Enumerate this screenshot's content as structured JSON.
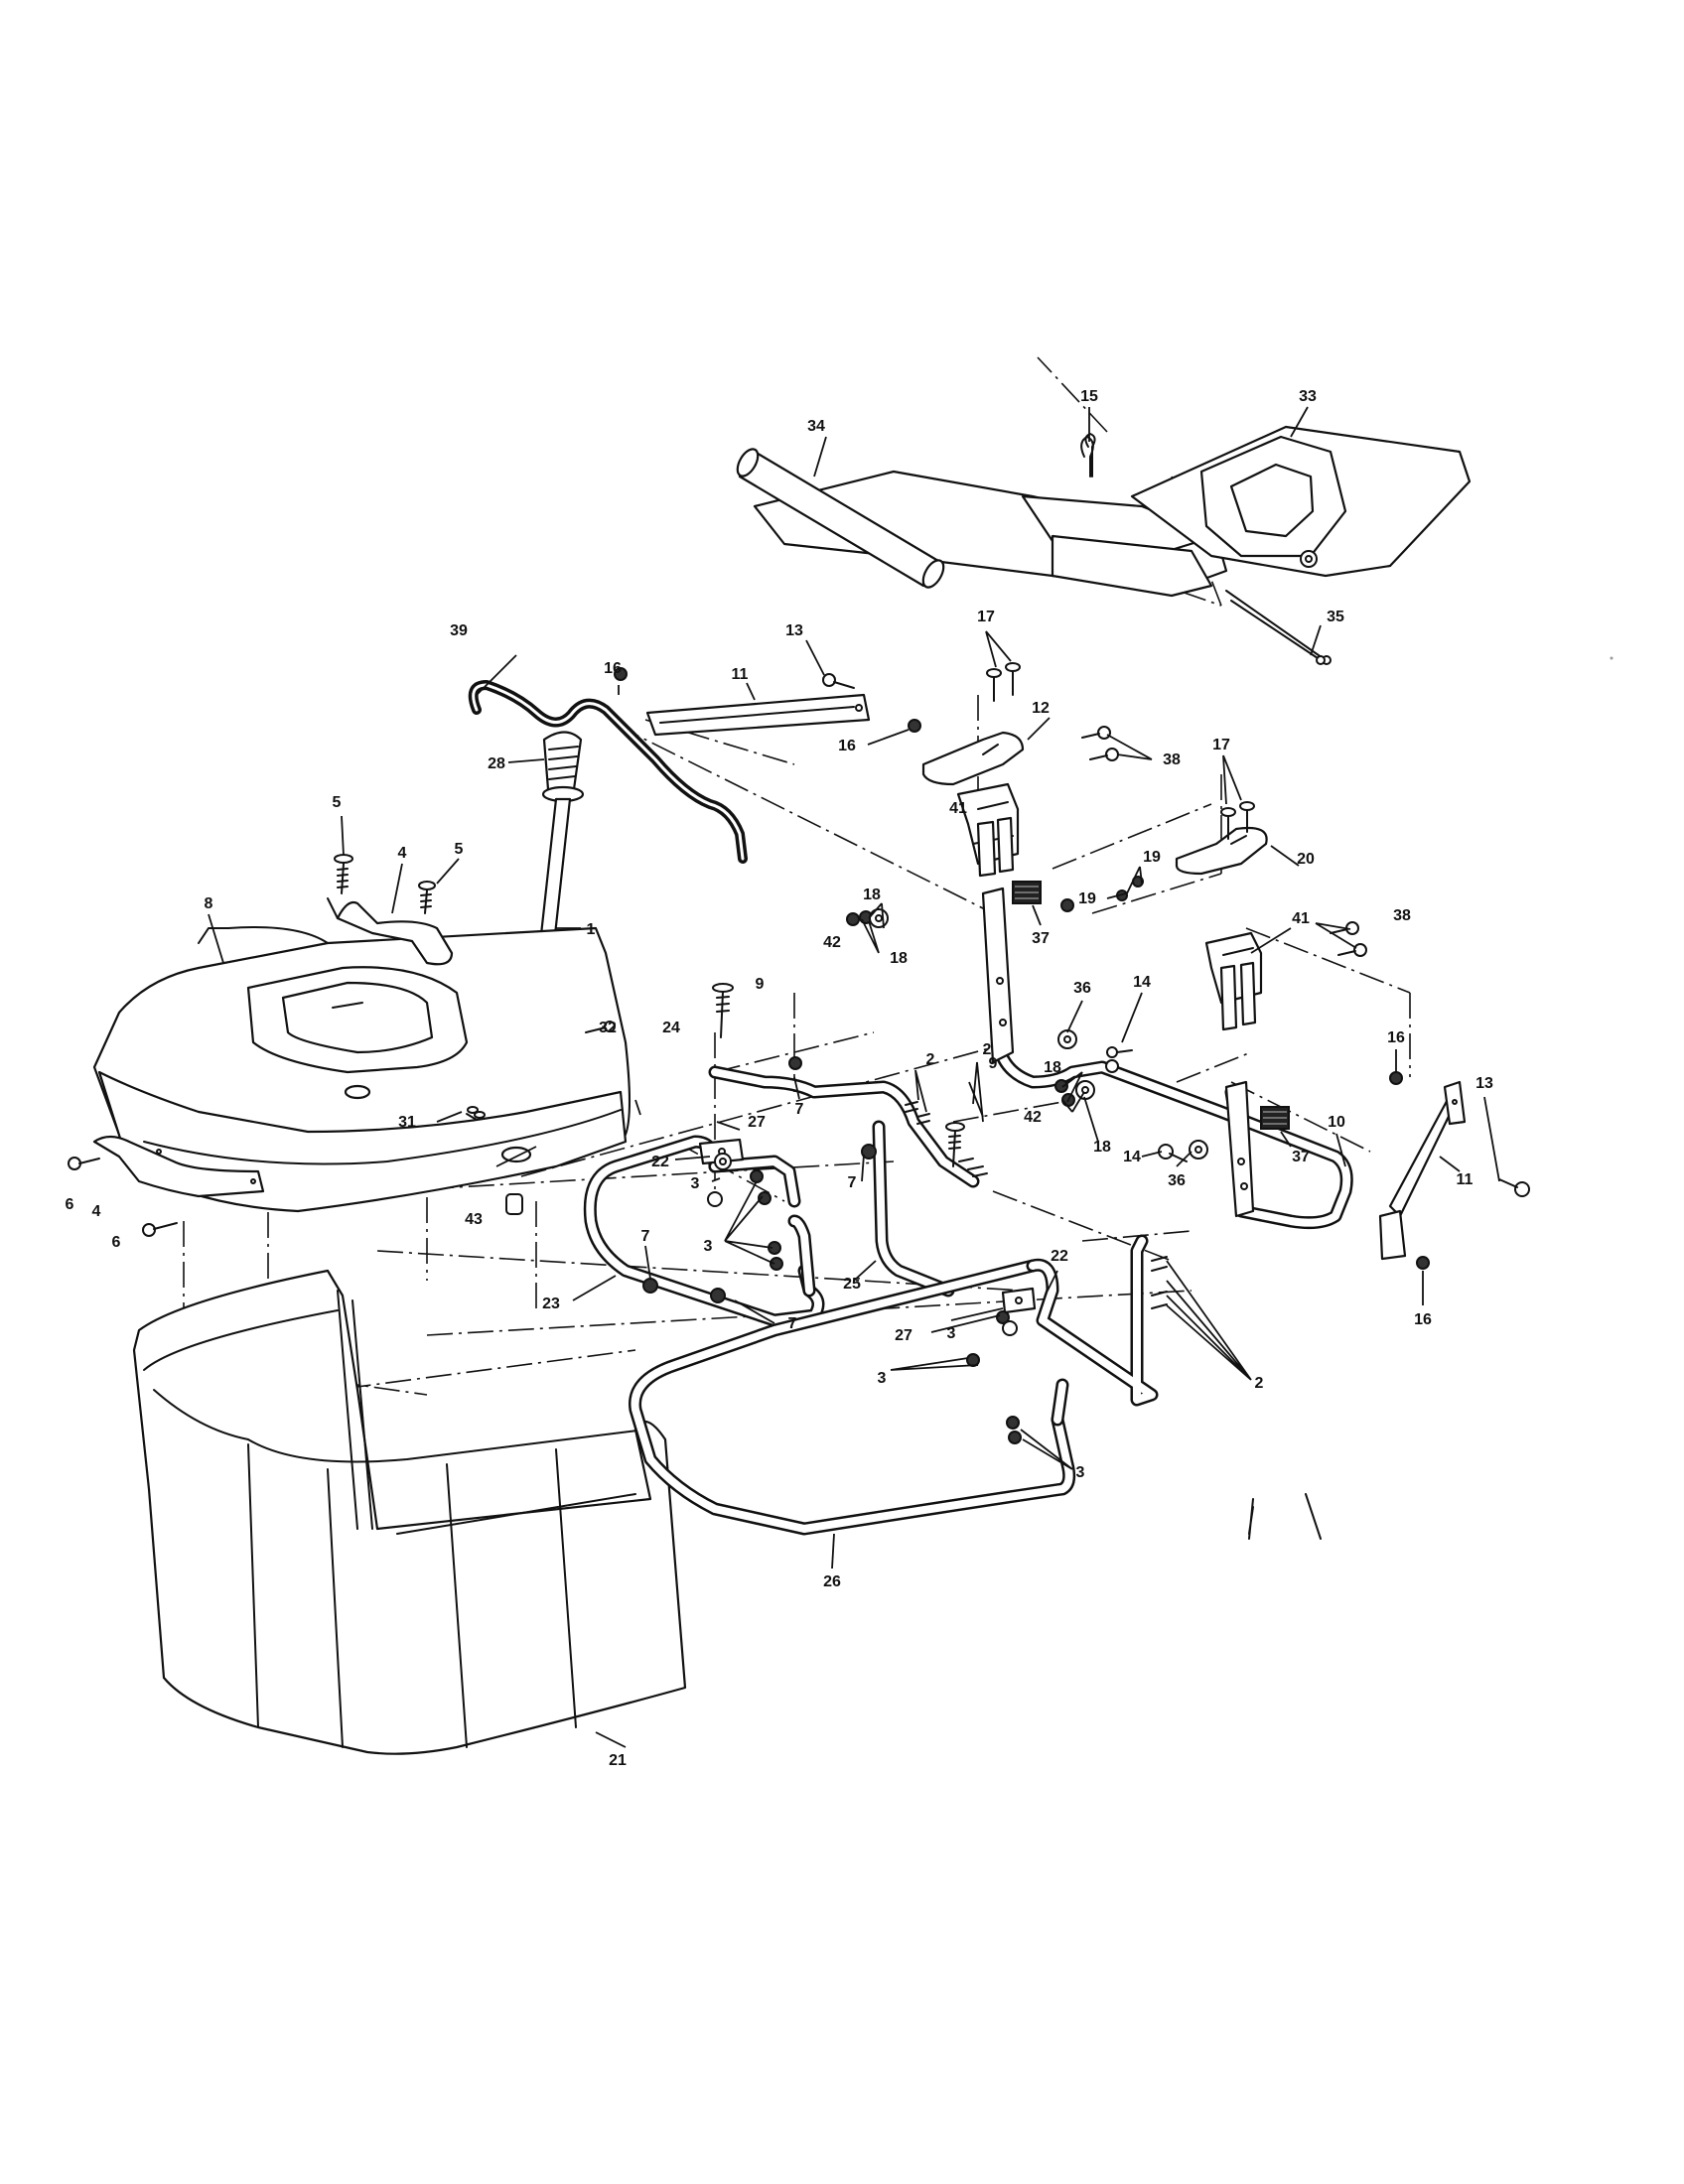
{
  "callouts": {
    "c1": "1",
    "c2": "2",
    "c3": "3",
    "c4": "4",
    "c5": "5",
    "c6": "6",
    "c7": "7",
    "c8": "8",
    "c9": "9",
    "c10": "10",
    "c11": "11",
    "c12": "12",
    "c13": "13",
    "c14": "14",
    "c15": "15",
    "c16": "16",
    "c17": "17",
    "c18": "18",
    "c19": "19",
    "c20": "20",
    "c21": "21",
    "c22": "22",
    "c23": "23",
    "c24": "24",
    "c25": "25",
    "c26": "26",
    "c27": "27",
    "c28": "28",
    "c31": "31",
    "c32": "32",
    "c33": "33",
    "c34": "34",
    "c35": "35",
    "c36": "36",
    "c37": "37",
    "c38": "38",
    "c39": "39",
    "c41": "41",
    "c42": "42",
    "c43": "43"
  }
}
